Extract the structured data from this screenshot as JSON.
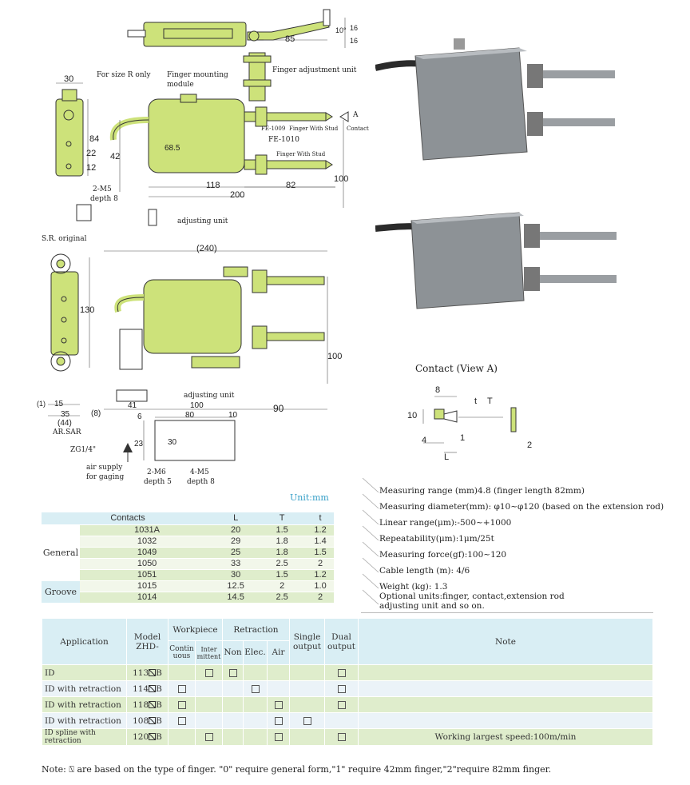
{
  "drawing_labels": {
    "for_size_r": "For size R only",
    "finger_mounting": "Finger mounting",
    "module": "module",
    "finger_adjustment": "Finger adjustment unit",
    "fe1009": "FE-1009",
    "finger_with_stud_1": "Finger With Stud",
    "contact_word": "Contact",
    "a_label": "A",
    "fe1010": "FE-1010",
    "finger_with_stud_2": "Finger With Stud",
    "m5": "2-M5",
    "depth8_top": "depth 8",
    "adjusting_unit_top": "adjusting unit",
    "sr_original": "S.R. original",
    "adjusting_unit_bottom": "adjusting unit",
    "ar_sar": "AR.SAR",
    "zg": "ZG1/4\"",
    "air_supply_1": "air supply",
    "air_supply_2": "for gaging",
    "m6": "2-M6",
    "depth5": "depth 5",
    "m4m5": "4-M5",
    "depth8_bottom": "depth 8",
    "contact_view": "Contact (View A)"
  },
  "dimensions": {
    "d30": "30",
    "d85": "85",
    "d10deg": "10°",
    "d16a": "16",
    "d16b": "16",
    "d84": "84",
    "d42": "42",
    "d22": "22",
    "d12": "12",
    "d685": "68.5",
    "d118": "118",
    "d200": "200",
    "d82": "82",
    "d100a": "100",
    "d240": "(240)",
    "d130": "130",
    "d100b": "100",
    "d41": "41",
    "d100c": "100",
    "d90": "90",
    "d15": "15",
    "d1": "(1)",
    "d35": "35",
    "d44": "(44)",
    "d8": "(8)",
    "d6": "6",
    "d80": "80",
    "d10": "10",
    "d23": "23",
    "d30b": "30",
    "c8": "8",
    "c10": "10",
    "c4": "4",
    "c1": "1",
    "cL": "L",
    "ct": "t",
    "cT": "T",
    "c2": "2"
  },
  "unit_label": "Unit:mm",
  "contacts_table": {
    "headers": [
      "Contacts",
      "L",
      "T",
      "t"
    ],
    "groups": [
      {
        "name": "General",
        "rows": [
          [
            "1031A",
            "20",
            "1.5",
            "1.2"
          ],
          [
            "1032",
            "29",
            "1.8",
            "1.4"
          ],
          [
            "1049",
            "25",
            "1.8",
            "1.5"
          ],
          [
            "1050",
            "33",
            "2.5",
            "2"
          ],
          [
            "1051",
            "30",
            "1.5",
            "1.2"
          ]
        ]
      },
      {
        "name": "Groove",
        "rows": [
          [
            "1015",
            "12.5",
            "2",
            "1.0"
          ],
          [
            "1014",
            "14.5",
            "2.5",
            "2"
          ]
        ]
      }
    ]
  },
  "specs": [
    "Measuring range (mm)4.8 (finger length 82mm)",
    "Measuring diameter(mm): φ10~φ120 (based on the extension rod)",
    "Linear range(μm):-500~+1000",
    "Repeatability(μm):1μm/25t",
    "Measuring force(gf):100~120",
    "Cable length (m): 4/6",
    "Weight (kg): 1.3",
    "Optional units:finger, contact,extension rod",
    "adjusting unit and so on."
  ],
  "model_table": {
    "h_application": "Application",
    "h_model_1": "Model",
    "h_model_2": "ZHD-",
    "h_workpiece": "Workpiece",
    "h_contin_1": "Contin",
    "h_contin_2": "uous",
    "h_inter_1": "Inter",
    "h_inter_2": "mittent",
    "h_retraction": "Retraction",
    "h_non": "Non",
    "h_elec": "Elec.",
    "h_air": "Air",
    "h_single_1": "Single",
    "h_single_2": "output",
    "h_dual_1": "Dual",
    "h_dual_2": "output",
    "h_note": "Note",
    "rows": [
      {
        "app": "ID",
        "model": "113",
        "suffix": "B",
        "marks": [
          0,
          1,
          1,
          0,
          0,
          0,
          1
        ],
        "note": ""
      },
      {
        "app": "ID with retraction",
        "model": "114",
        "suffix": "B",
        "marks": [
          1,
          0,
          0,
          1,
          0,
          0,
          1
        ],
        "note": ""
      },
      {
        "app": "ID with retraction",
        "model": "118",
        "suffix": "B",
        "marks": [
          1,
          0,
          0,
          0,
          1,
          0,
          1
        ],
        "note": ""
      },
      {
        "app": "ID with retraction",
        "model": "108",
        "suffix": "B",
        "marks": [
          1,
          0,
          0,
          0,
          1,
          1,
          0
        ],
        "note": ""
      },
      {
        "app": "ID spline with retraction",
        "model": "120",
        "suffix": "B",
        "marks": [
          0,
          1,
          0,
          0,
          1,
          0,
          1
        ],
        "note": "Working largest speed:100m/min"
      }
    ]
  },
  "footnote": "Note: ⍂ are based on the type of finger. \"0\" require general form,\"1\" require 42mm finger,\"2\"require 82mm finger.",
  "colors": {
    "body_green": "#cde27a",
    "header_blue": "#d9eef4",
    "row_green": "#dfedcc",
    "row_blue": "#ebf3f8",
    "unit_blue": "#38a0c8",
    "steel": "#8d9296"
  }
}
